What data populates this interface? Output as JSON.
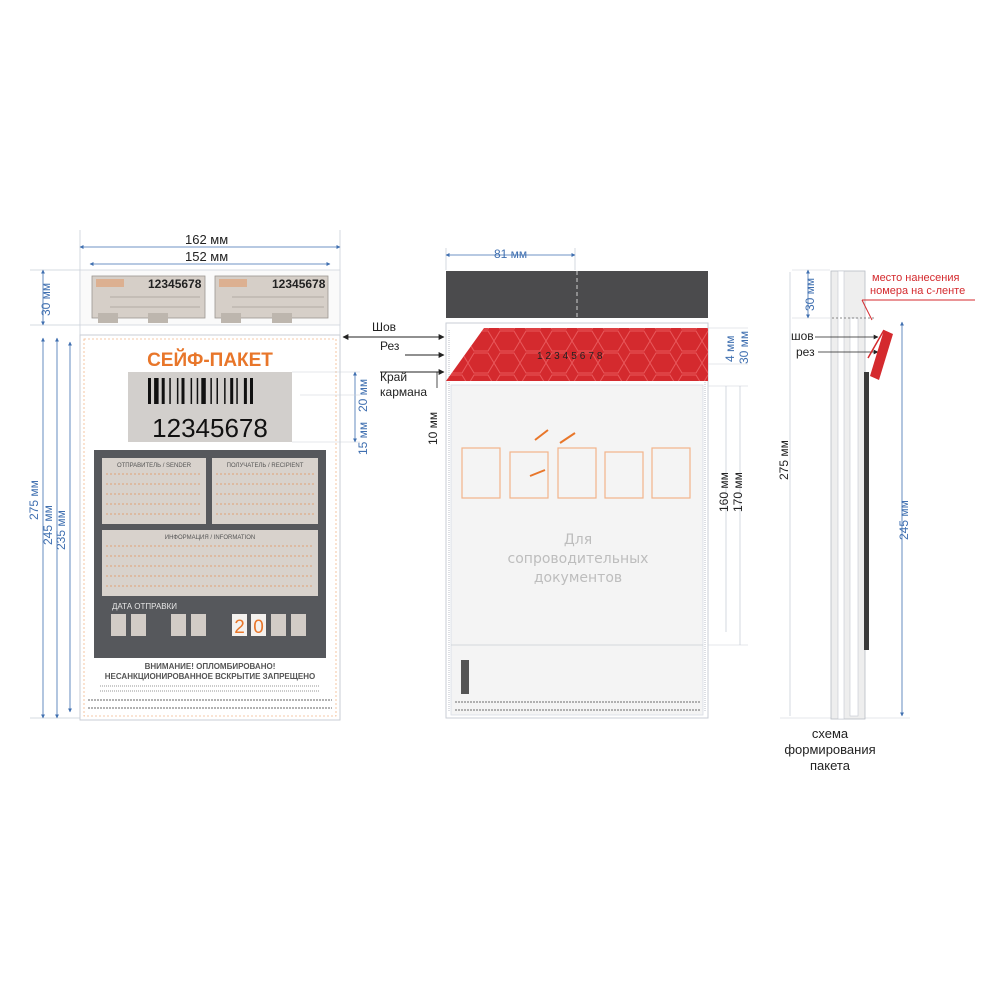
{
  "left_view": {
    "width_outer": "162 мм",
    "width_inner": "152 мм",
    "flap_height": "30 мм",
    "height_total": "275 мм",
    "height_245": "245 мм",
    "height_235": "235 мм",
    "stub_number_1": "12345678",
    "stub_number_2": "12345678",
    "title": "СЕЙФ-ПАКЕТ",
    "barcode_number": "12345678",
    "barcode_h1": "15 мм",
    "barcode_h2": "20 мм",
    "sender_label": "ОТПРАВИТЕЛЬ / SENDER",
    "recipient_label": "ПОЛУЧАТЕЛЬ / RECIPIENT",
    "info_label": "ИНФОРМАЦИЯ / INFORMATION",
    "date_label": "ДАТА ОТПРАВКИ",
    "date_year_1": "2",
    "date_year_2": "0",
    "warning_1": "ВНИМАНИЕ! ОПЛОМБИРОВАНО!",
    "warning_2": "НЕСАНКЦИОНИРОВАННОЕ ВСКРЫТИЕ ЗАПРЕЩЕНО"
  },
  "middle_view": {
    "width_top": "81 мм",
    "label_seam": "Шов",
    "label_cut": "Рез",
    "label_pocket_1": "Край",
    "label_pocket_2": "кармана",
    "dim_10": "10 мм",
    "dim_4": "4 мм",
    "dim_30": "30 мм",
    "dim_160": "160 мм",
    "dim_170": "170 мм",
    "tape_number": "12345678",
    "pocket_text_1": "Для",
    "pocket_text_2": "сопроводительных",
    "pocket_text_3": "документов"
  },
  "right_view": {
    "dim_30": "30 мм",
    "label_seam": "шов",
    "label_cut": "рез",
    "dim_275": "275 мм",
    "dim_245": "245 мм",
    "note_line_1": "место нанесения",
    "note_line_2": "номера на с-ленте",
    "caption_1": "схема",
    "caption_2": "формирования",
    "caption_3": "пакета"
  },
  "colors": {
    "dimension": "#3f6fb0",
    "accent_orange": "#e8762a",
    "tape_red": "#d42a2e",
    "dark_panel": "#56585c",
    "flap_dark": "#4b4b4d",
    "note_red": "#d42a2e"
  }
}
